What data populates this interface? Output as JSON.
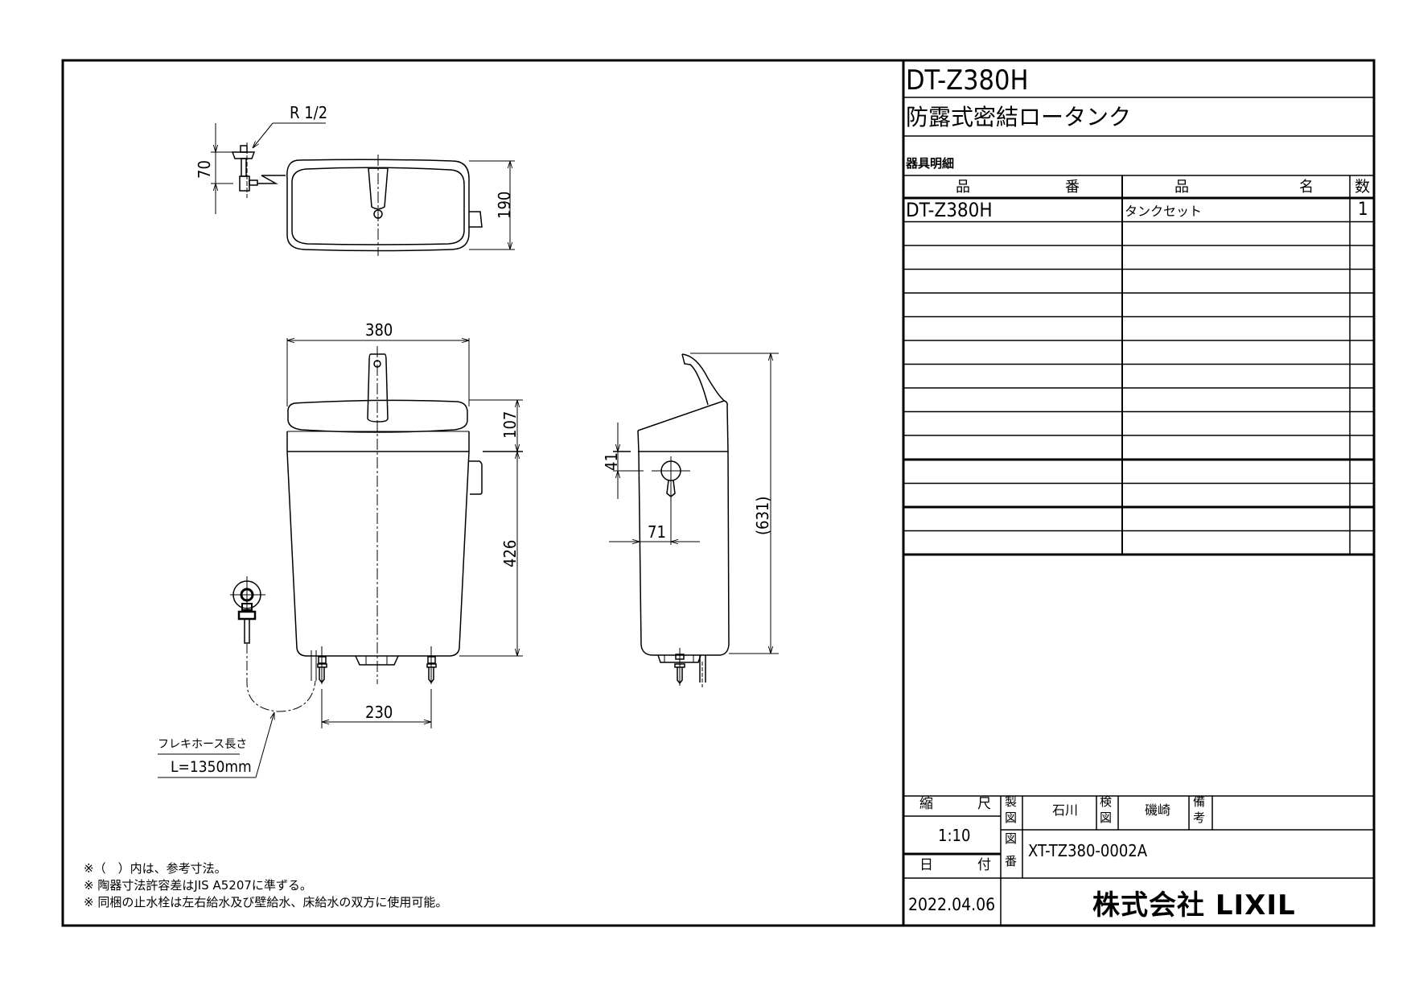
{
  "drawing": {
    "views": {
      "top_view": {
        "label_pipe_thread": "R 1/2",
        "dim_valve_height": "70",
        "dim_depth": "190"
      },
      "front_view": {
        "dim_width": "380",
        "dim_lid_height": "107",
        "dim_body_height": "426",
        "dim_bolt_spacing": "230",
        "hose_label": "フレキホース長さ",
        "hose_length": "L=1350mm"
      },
      "side_view": {
        "dim_valve_offset_v": "41",
        "dim_valve_offset_h": "71",
        "dim_total_height": "(631)"
      }
    },
    "notes": [
      "※（　）内は、参考寸法。",
      "※ 陶器寸法許容差はJIS A5207に準ずる。",
      "※ 同梱の止水栓は左右給水及び壁給水、床給水の双方に使用可能。"
    ]
  },
  "title_block": {
    "model_number": "DT-Z380H",
    "product_name": "防露式密結ロータンク",
    "parts_list_label": "器具明細",
    "parts_table": {
      "headers": {
        "part_no_a": "品",
        "part_no_b": "番",
        "part_name_a": "品",
        "part_name_b": "名",
        "qty": "数"
      },
      "rows": [
        {
          "part_no": "DT-Z380H",
          "part_name": "タンクセット",
          "qty": "1"
        },
        {
          "part_no": "",
          "part_name": "",
          "qty": ""
        },
        {
          "part_no": "",
          "part_name": "",
          "qty": ""
        },
        {
          "part_no": "",
          "part_name": "",
          "qty": ""
        },
        {
          "part_no": "",
          "part_name": "",
          "qty": ""
        },
        {
          "part_no": "",
          "part_name": "",
          "qty": ""
        },
        {
          "part_no": "",
          "part_name": "",
          "qty": ""
        },
        {
          "part_no": "",
          "part_name": "",
          "qty": ""
        },
        {
          "part_no": "",
          "part_name": "",
          "qty": ""
        },
        {
          "part_no": "",
          "part_name": "",
          "qty": ""
        },
        {
          "part_no": "",
          "part_name": "",
          "qty": ""
        },
        {
          "part_no": "",
          "part_name": "",
          "qty": ""
        },
        {
          "part_no": "",
          "part_name": "",
          "qty": ""
        },
        {
          "part_no": "",
          "part_name": "",
          "qty": ""
        },
        {
          "part_no": "",
          "part_name": "",
          "qty": ""
        }
      ]
    },
    "scale_label_a": "縮",
    "scale_label_b": "尺",
    "scale_value": "1:10",
    "date_label_a": "日",
    "date_label_b": "付",
    "date_value": "2022.04.06",
    "drawn_label_a": "製",
    "drawn_label_b": "図",
    "drawn_by": "石川",
    "checked_label_a": "検",
    "checked_label_b": "図",
    "checked_by": "磯崎",
    "remarks_label_a": "備",
    "remarks_label_b": "考",
    "remarks_value": "",
    "drawing_no_label_a": "図",
    "drawing_no_label_b": "番",
    "drawing_number": "XT-TZ380-0002A",
    "company": "株式会社 LIXIL"
  }
}
